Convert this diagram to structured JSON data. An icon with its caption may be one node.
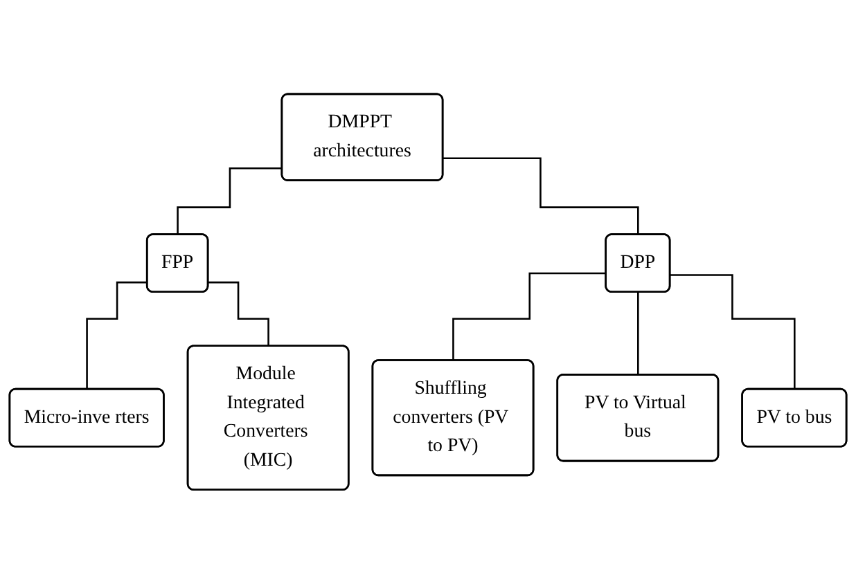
{
  "diagram": {
    "nodes": [
      {
        "text": [
          "DMPPT architectures"
        ]
      },
      {
        "text": [
          "FPP"
        ]
      },
      {
        "text": [
          "DPP"
        ]
      },
      {
        "text": [
          "Micro-inve rters"
        ]
      },
      {
        "text": [
          "Module Integrated Converters (MIC)"
        ]
      },
      {
        "text": [
          "Shuffling converters (PV to PV)"
        ]
      },
      {
        "text": [
          "PV to Virtual bus"
        ]
      },
      {
        "text": [
          "PV to bus"
        ]
      }
    ],
    "edges": [
      {
        "from": 0,
        "to": 1,
        "arrow": "none"
      },
      {
        "from": 0,
        "to": 2,
        "arrow": "none"
      },
      {
        "from": 1,
        "to": 3,
        "arrow": "none"
      },
      {
        "from": 1,
        "to": 4,
        "arrow": "none"
      },
      {
        "from": 2,
        "to": 5,
        "arrow": "none"
      },
      {
        "from": 2,
        "to": 6,
        "arrow": "none"
      },
      {
        "from": 2,
        "to": 7,
        "arrow": "none"
      }
    ]
  }
}
